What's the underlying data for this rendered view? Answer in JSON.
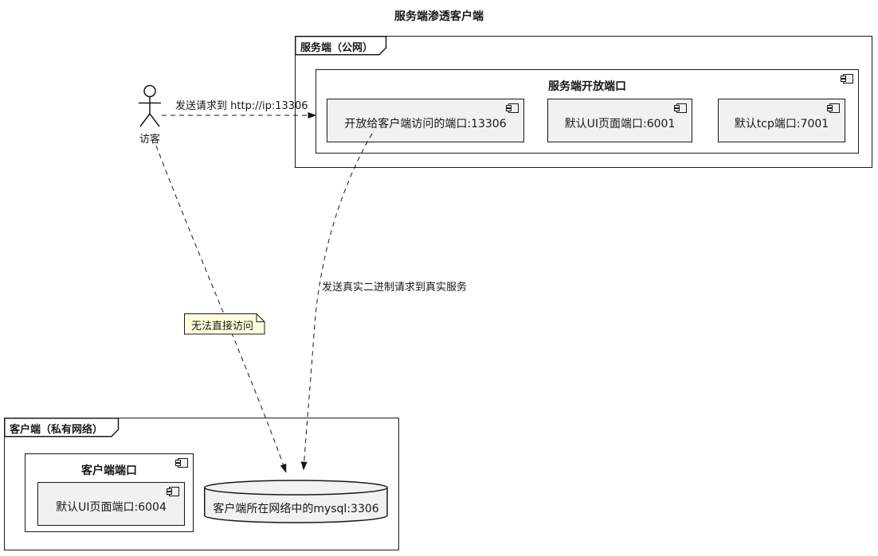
{
  "diagram_title": "服务端渗透客户端",
  "actor": {
    "label": "访客"
  },
  "server_frame": {
    "label": "服务端（公网）",
    "ports_group": {
      "label": "服务端开放端口",
      "components": [
        {
          "label": "开放给客户端访问的端口:13306"
        },
        {
          "label": "默认UI页面端口:6001"
        },
        {
          "label": "默认tcp端口:7001"
        }
      ]
    }
  },
  "client_frame": {
    "label": "客户端（私有网络）",
    "ports_group": {
      "label": "客户端端口",
      "components": [
        {
          "label": "默认UI页面端口:6004"
        }
      ]
    },
    "database": {
      "label": "客户端所在网络中的mysql:3306"
    }
  },
  "edges": {
    "visitor_request": {
      "label": "发送请求到 http://ip:13306"
    },
    "binary_forward": {
      "label": "发送真实二进制请求到真实服务"
    }
  },
  "note": {
    "text": "无法直接访问"
  },
  "colors": {
    "border": "#181818",
    "component_fill": "#F1F1F1",
    "group_fill": "#FFFFFF",
    "note_fill": "#FEFFDD",
    "background": "#FFFFFF"
  }
}
